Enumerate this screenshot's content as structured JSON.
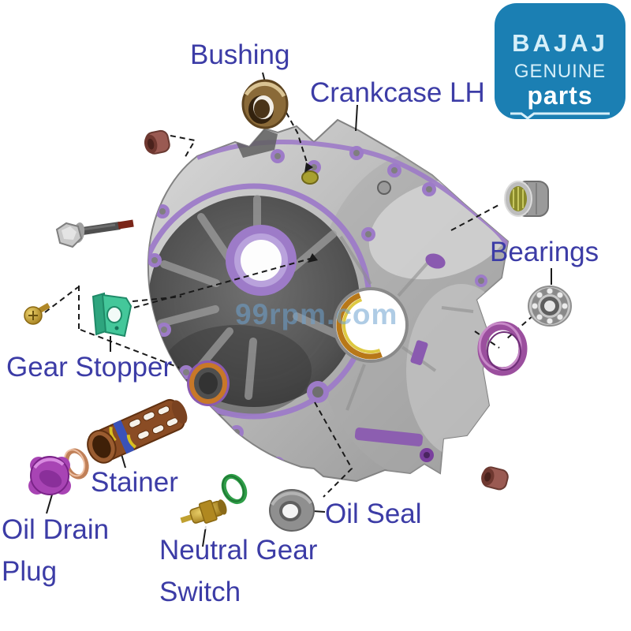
{
  "labels": {
    "bushing": "Bushing",
    "crankcase": "Crankcase LH",
    "bearings": "Bearings",
    "gear_stopper": "Gear Stopper",
    "stainer": "Stainer",
    "oil_drain_plug": "Oil Drain Plug",
    "neutral_gear_switch": "Neutral Gear Switch",
    "oil_seal": "Oil Seal"
  },
  "logo": {
    "brand": "BAJAJ",
    "line2": "GENUINE",
    "line3": "parts"
  },
  "watermark": {
    "text": "99rpm.com"
  },
  "colors": {
    "label": "#3c3ca6",
    "logo_bg": "#1b7fb3",
    "logo_text": "#d6eff9",
    "logo_parts": "#ffffff",
    "watermark": "rgba(110,162,208,0.55)",
    "gasket": "#9d7bc8",
    "case_metal": "#b5b5b5"
  },
  "parts": [
    {
      "name": "crankcase-lh",
      "color": "#b5b5b5"
    },
    {
      "name": "gasket-outline",
      "color": "#9d7bc8"
    },
    {
      "name": "bushing",
      "color": "#8a6a38"
    },
    {
      "name": "bushing-small-top",
      "color": "#9a5a52"
    },
    {
      "name": "bushing-small-bottom",
      "color": "#9a5a52"
    },
    {
      "name": "flange-bolt",
      "color": "#8c8c8c"
    },
    {
      "name": "stopper-screw",
      "color": "#c8a433"
    },
    {
      "name": "gear-stopper",
      "color": "#3cb890"
    },
    {
      "name": "oil-strainer",
      "color": "#8a4c24"
    },
    {
      "name": "sealing-washer",
      "color": "#c08058"
    },
    {
      "name": "oil-drain-plug",
      "color": "#a844b4"
    },
    {
      "name": "neutral-gear-switch",
      "color": "#c8a028"
    },
    {
      "name": "o-ring",
      "color": "#2f9e48"
    },
    {
      "name": "oil-seal",
      "color": "#8f8f8f"
    },
    {
      "name": "needle-bearing",
      "color": "#9a9a9a"
    },
    {
      "name": "ball-bearing",
      "color": "#c8c8c8"
    },
    {
      "name": "purple-seal-ring",
      "color": "#9b4f9e"
    }
  ]
}
